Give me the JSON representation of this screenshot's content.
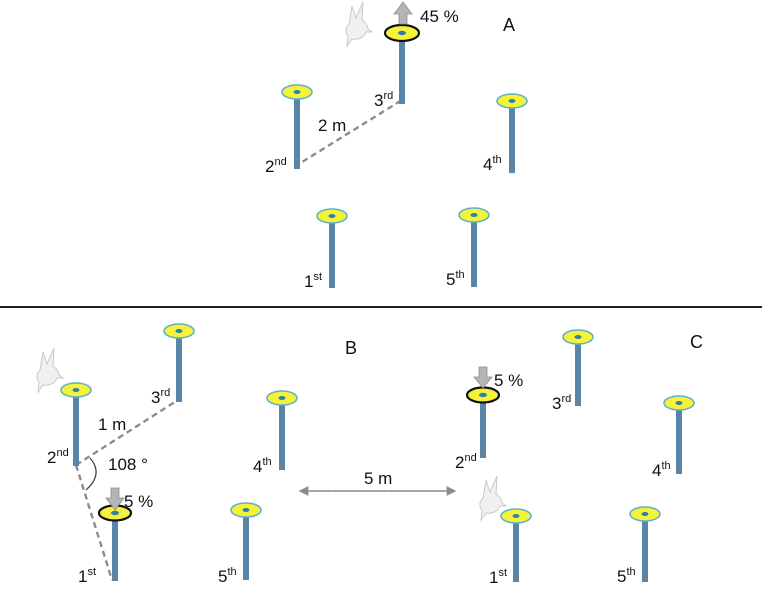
{
  "panels": {
    "a": "A",
    "b": "B",
    "c": "C"
  },
  "colors": {
    "flower_fill": "#f5f23a",
    "flower_rim": "#5fb0c8",
    "flower_center": "#2f7fa6",
    "stem": "#5a84a8",
    "highlight_rim": "#111111",
    "arrow": "#b5b5b5",
    "dashed": "#8c8c8c",
    "divider": "#000000",
    "bird": "#d8d8d8"
  },
  "icons": {
    "flower": "feeder-flower-icon",
    "bird": "hummingbird-icon",
    "arrow_up": "arrow-up-icon",
    "arrow_down": "arrow-down-icon"
  },
  "ordinals": {
    "first": {
      "num": "1",
      "suf": "st"
    },
    "second": {
      "num": "2",
      "suf": "nd"
    },
    "third": {
      "num": "3",
      "suf": "rd"
    },
    "fourth": {
      "num": "4",
      "suf": "th"
    },
    "fifth": {
      "num": "5",
      "suf": "th"
    }
  },
  "panel_a": {
    "distance": "2 m",
    "change": "45 %"
  },
  "panel_b": {
    "distance": "1 m",
    "angle": "108 °",
    "change": "5 %"
  },
  "panel_c": {
    "change": "5 %"
  },
  "separation": {
    "distance": "5 m"
  }
}
